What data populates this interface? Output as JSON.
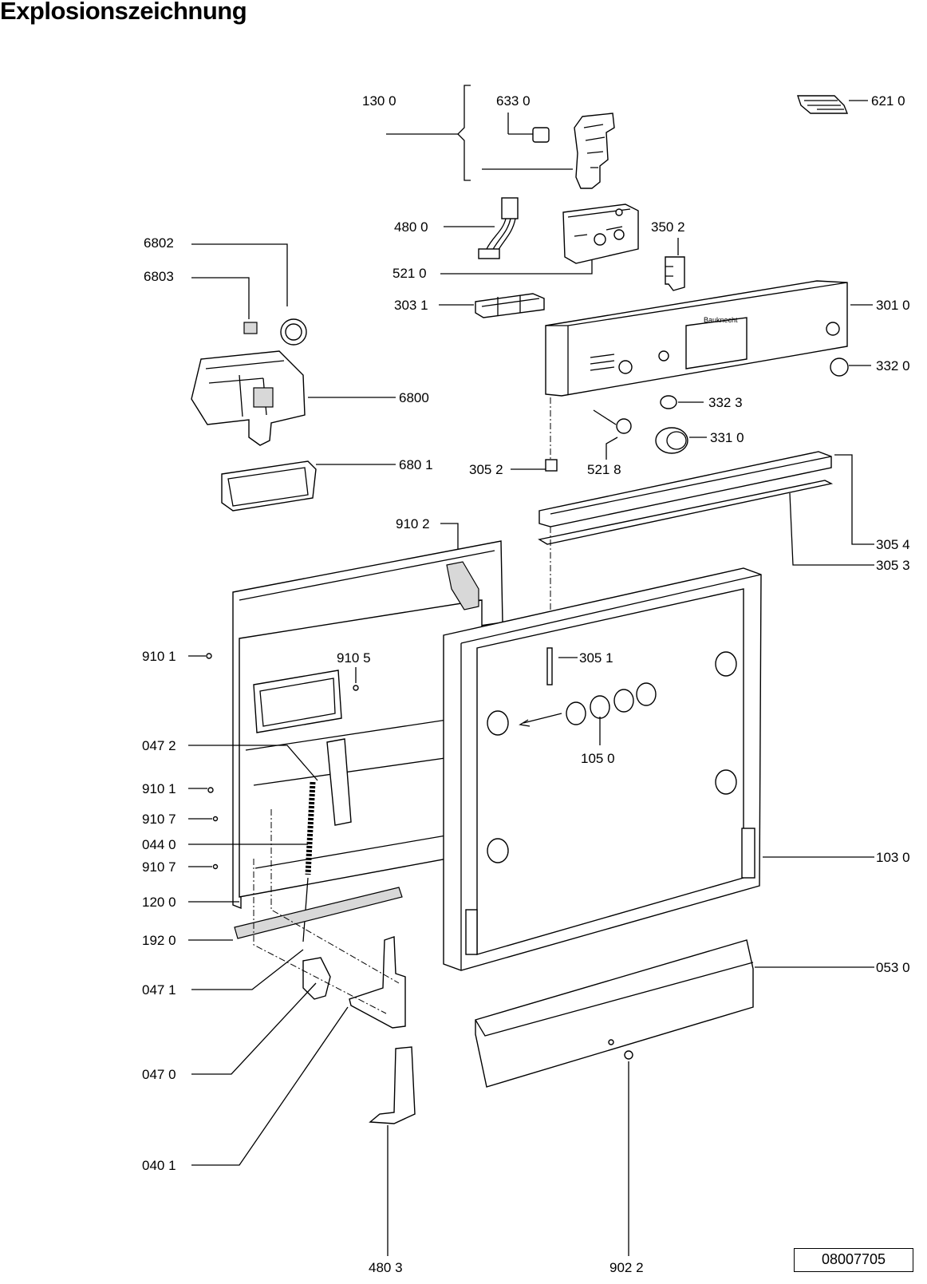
{
  "title": "Explosionszeichnung",
  "document_number": "08007705",
  "brand_text": "Bauknecht",
  "labels": {
    "l1300": "130 0",
    "l6330": "633 0",
    "l6210": "621 0",
    "l4800": "480 0",
    "l5210": "521 0",
    "l3502": "350 2",
    "l6802": "6802",
    "l6803": "6803",
    "l3031": "303 1",
    "l3010": "301 0",
    "l3320": "332 0",
    "l6800": "6800",
    "l3323": "332 3",
    "l3310": "331 0",
    "l6801": "680 1",
    "l3052": "305 2",
    "l5218": "521 8",
    "l9102": "910 2",
    "l3054": "305 4",
    "l3053": "305 3",
    "l9101a": "910 1",
    "l9105": "910 5",
    "l3051": "305 1",
    "l0472": "047 2",
    "l1050": "105 0",
    "l9101b": "910 1",
    "l9107a": "910 7",
    "l0440": "044 0",
    "l9107b": "910 7",
    "l1030": "103 0",
    "l1200": "120 0",
    "l1920": "192 0",
    "l0471": "047 1",
    "l0530": "053 0",
    "l0470": "047 0",
    "l0401": "040 1",
    "l4803": "480 3",
    "l9022": "902 2"
  }
}
